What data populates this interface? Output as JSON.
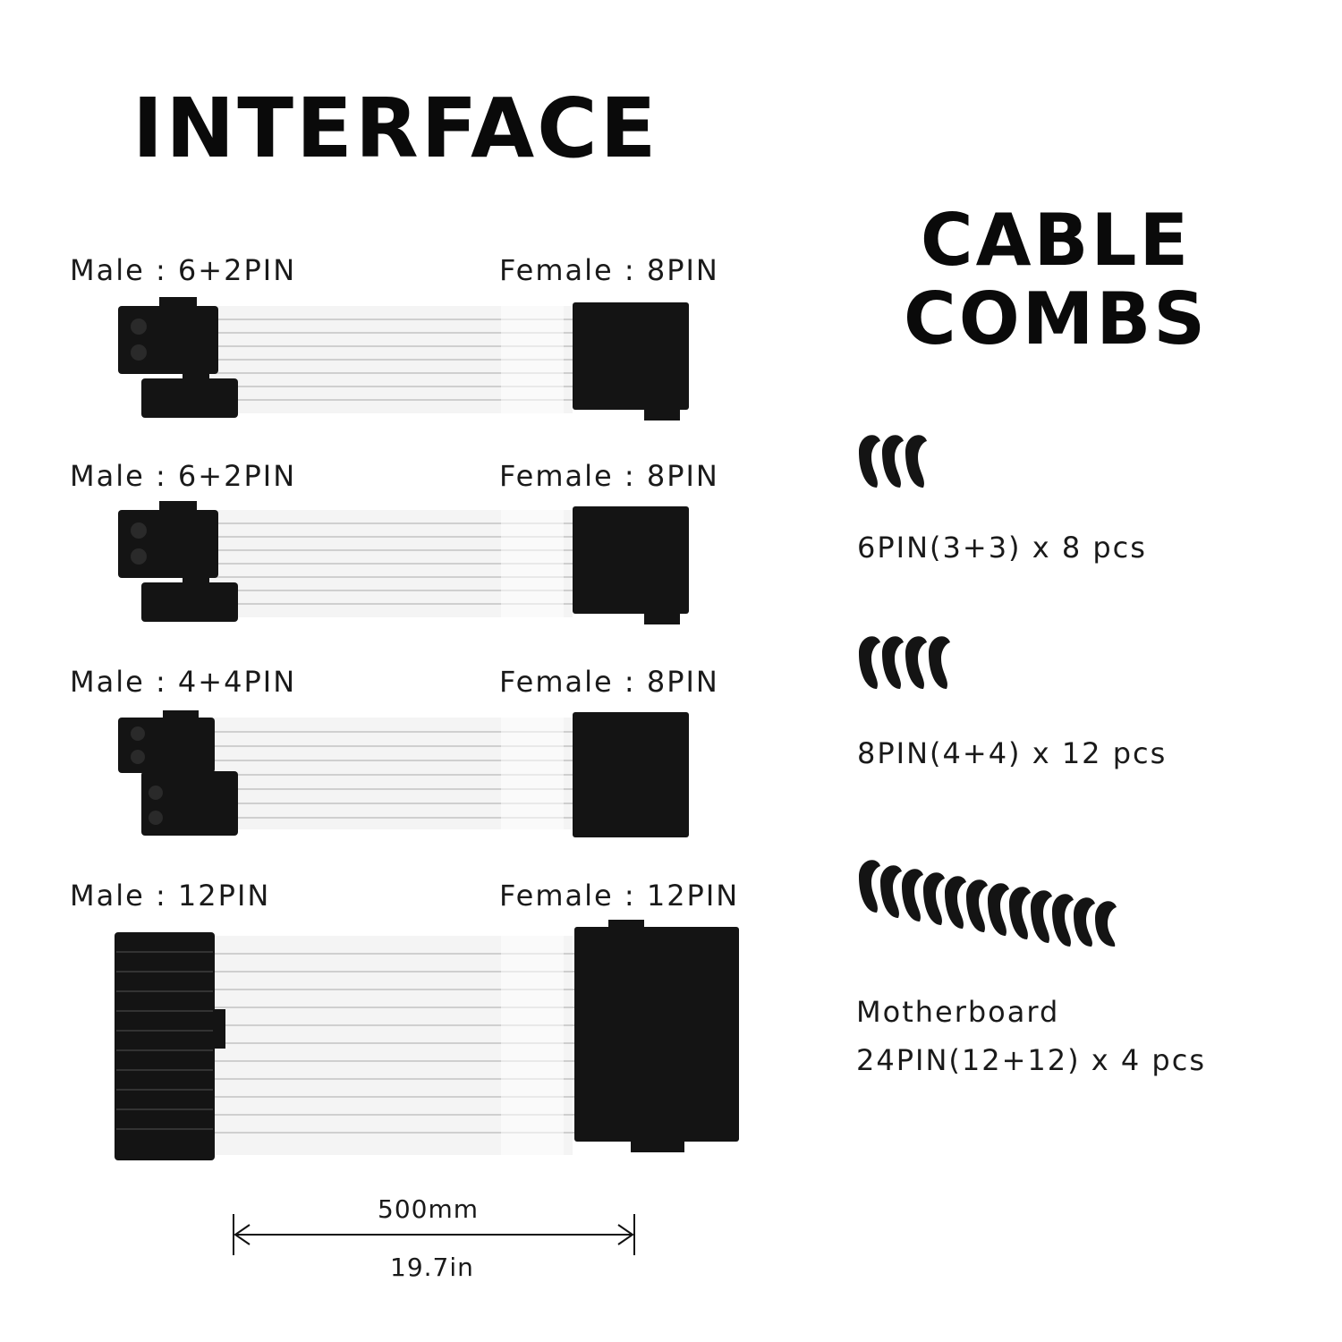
{
  "interface_title": "INTERFACE",
  "combs_title_line1": "CABLE",
  "combs_title_line2": "COMBS",
  "cables": [
    {
      "male": "Male : 6+2PIN",
      "female": "Female : 8PIN"
    },
    {
      "male": "Male : 6+2PIN",
      "female": "Female : 8PIN"
    },
    {
      "male": "Male : 4+4PIN",
      "female": "Female : 8PIN"
    },
    {
      "male": "Male : 12PIN",
      "female": "Female : 12PIN"
    }
  ],
  "combs": [
    {
      "label": "6PIN(3+3) x 8 pcs",
      "slots": 3
    },
    {
      "label": "8PIN(4+4) x 12 pcs",
      "slots": 4
    },
    {
      "label_line1": "Motherboard",
      "label_line2": "24PIN(12+12) x 4 pcs",
      "slots": 12
    }
  ],
  "length": {
    "mm": "500mm",
    "inch": "19.7in"
  },
  "colors": {
    "sleeve": "#f4f4f4",
    "connector": "#141414",
    "text": "#111111"
  }
}
